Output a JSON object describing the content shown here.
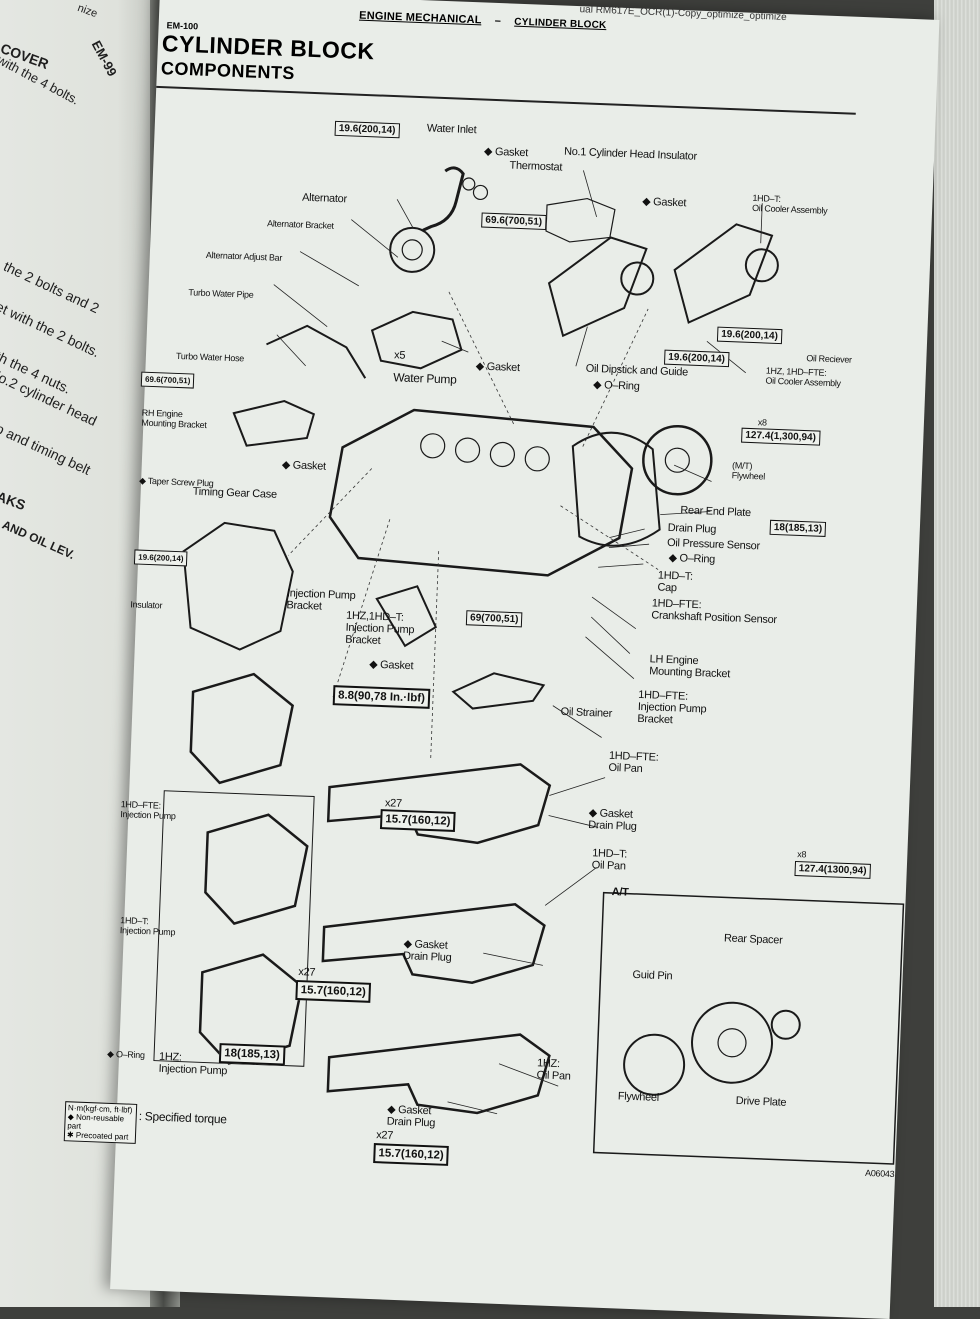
{
  "left_page": {
    "lines": [
      {
        "id": "l1",
        "text": "nize"
      },
      {
        "id": "l2",
        "text": "COVER"
      },
      {
        "id": "l3",
        "text": "EM-99"
      },
      {
        "id": "l4",
        "text": "with the 4 bolts."
      },
      {
        "id": "l5",
        "text": "the 2 bolts and 2"
      },
      {
        "id": "l6",
        "text": "et with the 2 bolts."
      },
      {
        "id": "l7",
        "text": "th the 4 nuts."
      },
      {
        "id": "l8",
        "text": "lo.2 cylinder head"
      },
      {
        "id": "l9",
        "text": "p and timing belt"
      },
      {
        "id": "l10",
        "text": "AKS"
      },
      {
        "id": "l11",
        "text": ". AND OIL LEV."
      }
    ]
  },
  "header": {
    "file_name": "ual RM617E_OCR(1)-Copy_optimize_optimize",
    "section": "ENGINE MECHANICAL",
    "separator": "–",
    "subsection": "CYLINDER BLOCK",
    "page_code": "EM-100",
    "title": "CYLINDER BLOCK",
    "subtitle": "COMPONENTS"
  },
  "diagram": {
    "labels": {
      "water_inlet": "Water Inlet",
      "gasket_top": "◆ Gasket",
      "thermostat": "Thermostat",
      "no1_insulator": "No.1 Cylinder Head Insulator",
      "gasket_insulator": "◆ Gasket",
      "oil_cooler_1hdt": "1HD–T:\nOil Cooler Assembly",
      "alternator": "Alternator",
      "alternator_bracket": "Alternator Bracket",
      "alt_adjust_bar": "Alternator Adjust Bar",
      "turbo_water_pipe": "Turbo Water Pipe",
      "x5": "x5",
      "gasket_wp": "◆ Gasket",
      "water_pump": "Water Pump",
      "oil_dipstick": "Oil Dipstick and Guide",
      "o_ring_dip": "◆ O–Ring",
      "oil_reciever": "Oil Reciever",
      "oil_cooler_1hz": "1HZ, 1HD–FTE:\nOil Cooler Assembly",
      "turbo_water_hose": "Turbo Water Hose",
      "rh_engine_bracket": "RH Engine\nMounting Bracket",
      "x8_top": "x8",
      "mt_flywheel": "(M/T)\nFlywheel",
      "gasket_tgc": "◆ Gasket",
      "taper_plug": "◆ Taper Screw Plug",
      "timing_gear_case": "Timing Gear Case",
      "rear_end_plate": "Rear End Plate",
      "drain_plug_block": "Drain Plug",
      "oil_pressure_sensor": "Oil Pressure Sensor",
      "o_ring_sensor": "◆ O–Ring",
      "cap_1hdt": "1HD–T:\nCap",
      "crank_sensor": "1HD–FTE:\nCrankshaft Position Sensor",
      "insulator": "Insulator",
      "inj_pump_bracket": "Injection Pump\nBracket",
      "inj_pump_bracket_1hz": "1HZ,1HD–T:\nInjection Pump\nBracket",
      "gasket_strainer": "◆ Gasket",
      "lh_engine_bracket": "LH Engine\nMounting Bracket",
      "inj_pump_bracket_fte": "1HD–FTE:\nInjection Pump\nBracket",
      "oil_strainer": "Oil Strainer",
      "oil_pan_fte": "1HD–FTE:\nOil Pan",
      "inj_pump_fte": "1HD–FTE:\nInjection Pump",
      "x27_a": "x27",
      "gasket_drain_a": "◆ Gasket\nDrain Plug",
      "oil_pan_1hdt": "1HD–T:\nOil Pan",
      "x8_at": "x8",
      "at_label": "A/T",
      "inj_pump_1hdt": "1HD–T:\nInjection Pump",
      "rear_spacer": "Rear Spacer",
      "guide_pin": "Guid Pin",
      "gasket_drain_b": "◆ Gasket\nDrain Plug",
      "x27_b": "x27",
      "o_ring_pump": "◆ O–Ring",
      "inj_pump_1hz": "1HZ:\nInjection Pump",
      "oil_pan_1hz": "1HZ:\nOil Pan",
      "flywheel_at": "Flywheel",
      "drive_plate": "Drive Plate",
      "gasket_drain_c": "◆ Gasket\nDrain Plug",
      "x27_c": "x27",
      "figure_code": "A06043"
    },
    "torques": {
      "t_water_inlet": "19.6(200,14)",
      "t_thermostat": "69.6(700,51)",
      "t_oil_cooler": "19.6(200,14)",
      "t_oil_cooler_b": "19.6(200,14)",
      "t_turbo_hose": "69.6(700,51)",
      "t_flywheel": "127.4(1,300,94)",
      "t_rear_plate": "18(185,13)",
      "t_timing_case": "19.6(200,14)",
      "t_inj_bracket": "69(700,51)",
      "t_strainer": "8.8(90,78 In.·lbf)",
      "t_pan_a": "15.7(160,12)",
      "t_drive_plate": "127.4(1300,94)",
      "t_pan_b": "15.7(160,12)",
      "t_inj_pump": "18(185,13)",
      "t_pan_c": "15.7(160,12)"
    },
    "legend": {
      "unit_box": "N·m(kgf·cm, ft·lbf)",
      "specified_torque": ": Specified torque",
      "non_reusable": "◆ Non-reusable part",
      "precoated": "✱ Precoated part"
    }
  }
}
